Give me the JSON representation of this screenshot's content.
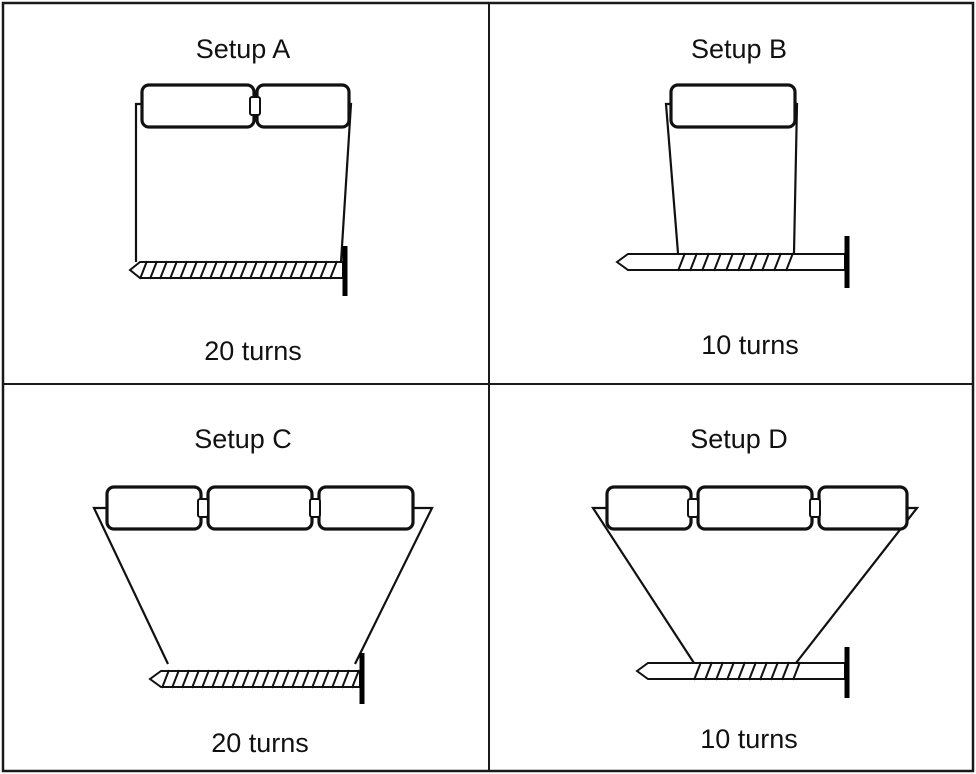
{
  "setups": [
    {
      "title": "Setup A",
      "turns_label": "20 turns",
      "battery_count": 2,
      "turns": 20
    },
    {
      "title": "Setup B",
      "turns_label": "10 turns",
      "battery_count": 1,
      "turns": 10
    },
    {
      "title": "Setup C",
      "turns_label": "20 turns",
      "battery_count": 3,
      "turns": 20
    },
    {
      "title": "Setup D",
      "turns_label": "10 turns",
      "battery_count": 3,
      "turns": 10
    }
  ],
  "colors": {
    "ink": "#111111",
    "background": "#ffffff"
  }
}
